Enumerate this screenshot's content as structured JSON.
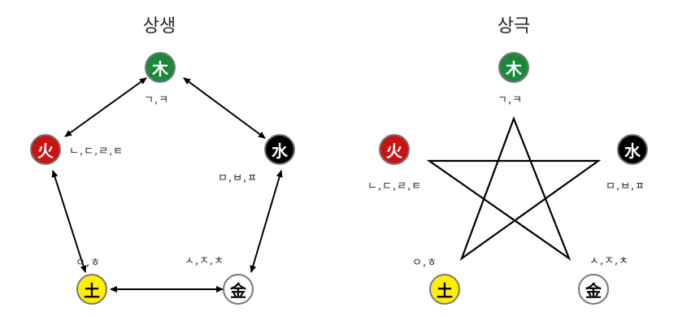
{
  "panels": [
    {
      "id": "sangsaeng",
      "title": "상생",
      "nodes": {
        "wood": {
          "label": "木",
          "sounds": "ㄱ,ㅋ",
          "fill": "#1a8a3a",
          "text": "#ffffff"
        },
        "fire": {
          "label": "火",
          "sounds": "ㄴ,ㄷ,ㄹ,ㅌ",
          "fill": "#cc1111",
          "text": "#ffffff"
        },
        "water": {
          "label": "水",
          "sounds": "ㅁ,ㅂ,ㅍ",
          "fill": "#000000",
          "text": "#ffffff"
        },
        "earth": {
          "label": "土",
          "sounds": "ㅇ,ㅎ",
          "fill": "#ffee00",
          "text": "#000000"
        },
        "metal": {
          "label": "金",
          "sounds": "ㅅ,ㅈ,ㅊ",
          "fill": "#ffffff",
          "text": "#000000"
        }
      }
    },
    {
      "id": "sanggeuk",
      "title": "상극",
      "nodes": {
        "wood": {
          "label": "木",
          "sounds": "ㄱ,ㅋ",
          "fill": "#1a8a3a",
          "text": "#ffffff"
        },
        "fire": {
          "label": "火",
          "sounds": "ㄴ,ㄷ,ㄹ,ㅌ",
          "fill": "#cc1111",
          "text": "#ffffff"
        },
        "water": {
          "label": "水",
          "sounds": "ㅁ,ㅂ,ㅍ",
          "fill": "#000000",
          "text": "#ffffff"
        },
        "earth": {
          "label": "土",
          "sounds": "ㅇ,ㅎ",
          "fill": "#ffee00",
          "text": "#000000"
        },
        "metal": {
          "label": "金",
          "sounds": "ㅅ,ㅈ,ㅊ",
          "fill": "#ffffff",
          "text": "#000000"
        }
      }
    }
  ]
}
